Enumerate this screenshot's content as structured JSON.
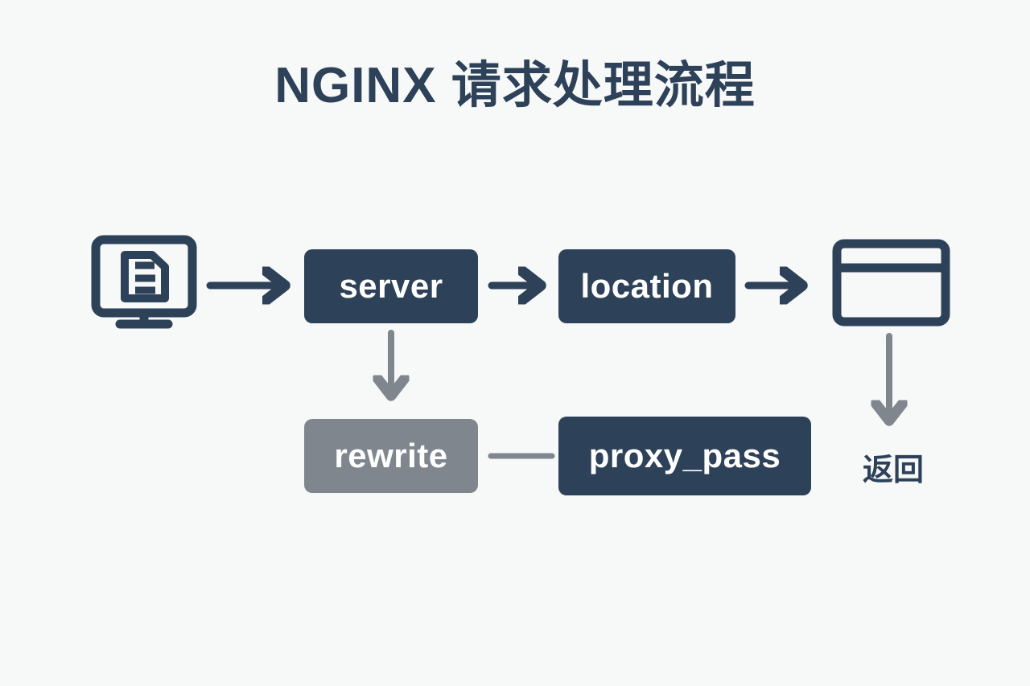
{
  "page": {
    "title": "NGINX 请求处理流程",
    "background_color": "#f7f8f8"
  },
  "colors": {
    "primary_dark": "#2d4159",
    "secondary_gray": "#7f868e",
    "node_text": "#ffffff",
    "title_text": "#2d4159",
    "arrow_dark": "#2d4159",
    "arrow_gray": "#7f868e"
  },
  "diagram": {
    "type": "flowchart",
    "nodes": [
      {
        "id": "client",
        "kind": "icon",
        "icon": "desktop-monitor-document-icon",
        "label": "",
        "color": "#2d4159"
      },
      {
        "id": "server",
        "kind": "box",
        "label": "server",
        "style": "dark",
        "color": "#2d4159"
      },
      {
        "id": "location",
        "kind": "box",
        "label": "location",
        "style": "dark",
        "color": "#2d4159"
      },
      {
        "id": "browser",
        "kind": "icon",
        "icon": "browser-window-icon",
        "label": "",
        "color": "#2d4159"
      },
      {
        "id": "rewrite",
        "kind": "box",
        "label": "rewrite",
        "style": "gray",
        "color": "#7f868e"
      },
      {
        "id": "proxy_pass",
        "kind": "box",
        "label": "proxy_pass",
        "style": "dark",
        "color": "#2d4159"
      },
      {
        "id": "return",
        "kind": "text",
        "label": "返回",
        "color": "#2d4159"
      }
    ],
    "edges": [
      {
        "from": "client",
        "to": "server",
        "style": "arrow",
        "direction": "right",
        "color": "#2d4159"
      },
      {
        "from": "server",
        "to": "location",
        "style": "arrow",
        "direction": "right",
        "color": "#2d4159"
      },
      {
        "from": "location",
        "to": "browser",
        "style": "arrow",
        "direction": "right",
        "color": "#2d4159"
      },
      {
        "from": "server",
        "to": "rewrite",
        "style": "arrow",
        "direction": "down",
        "color": "#7f868e"
      },
      {
        "from": "rewrite",
        "to": "proxy_pass",
        "style": "line",
        "direction": "none",
        "color": "#7f868e"
      },
      {
        "from": "browser",
        "to": "return",
        "style": "arrow",
        "direction": "down",
        "color": "#7f868e"
      }
    ]
  },
  "icons": {
    "client": "desktop-monitor-document-icon",
    "browser": "browser-window-icon"
  }
}
